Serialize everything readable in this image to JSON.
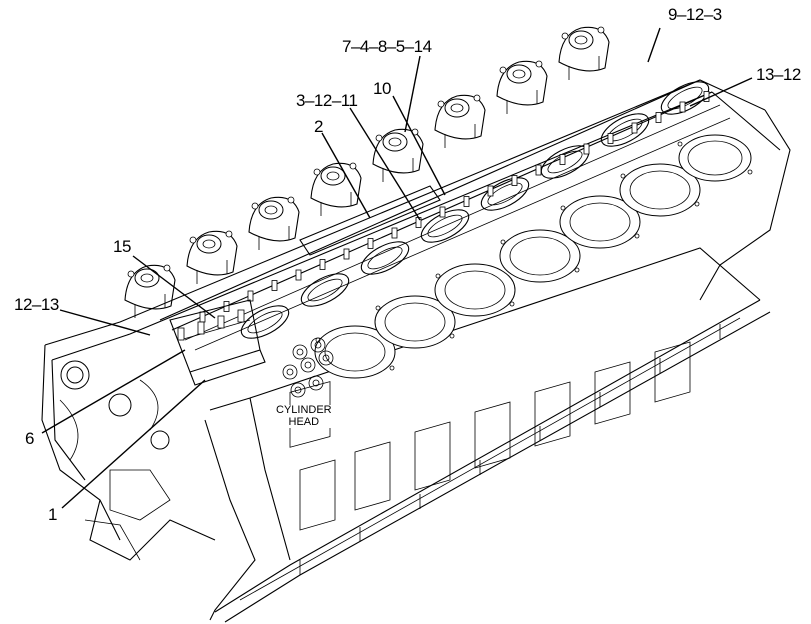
{
  "callouts": [
    {
      "id": "c-9-12-3",
      "text": "9–12–3"
    },
    {
      "id": "c-13-12",
      "text": "13–12"
    },
    {
      "id": "c-7-4-8-5-14",
      "text": "7–4–8–5–14"
    },
    {
      "id": "c-3-12-11",
      "text": "3–12–11"
    },
    {
      "id": "c-10",
      "text": "10"
    },
    {
      "id": "c-2",
      "text": "2"
    },
    {
      "id": "c-15",
      "text": "15"
    },
    {
      "id": "c-12-13",
      "text": "12–13"
    },
    {
      "id": "c-6",
      "text": "6"
    },
    {
      "id": "c-1",
      "text": "1"
    }
  ],
  "head_label": {
    "line1": "CYLINDER",
    "line2": "HEAD"
  }
}
